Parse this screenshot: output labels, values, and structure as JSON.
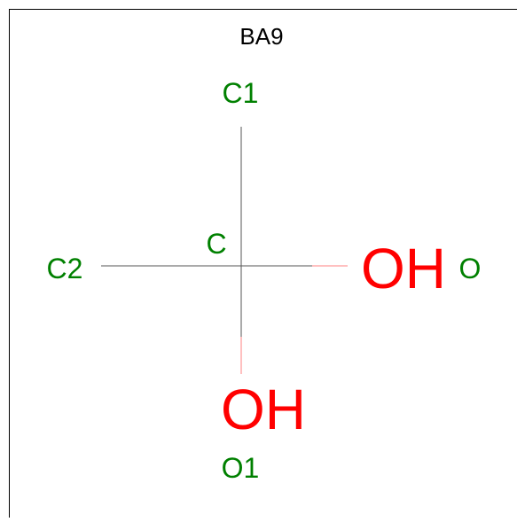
{
  "molecule": {
    "title": "BA9",
    "atoms": {
      "center_label": "C",
      "c1_label": "C1",
      "c2_label": "C2",
      "o_label": "O",
      "o1_label": "O1"
    },
    "groups": {
      "right_hydroxyl": "OH",
      "bottom_hydroxyl": "OH"
    }
  },
  "colors": {
    "label": "#008000",
    "heteroatom": "#ff0000",
    "bond": "#555555",
    "heterobond": "#ff8080",
    "title": "#000000",
    "border": "#000000"
  }
}
